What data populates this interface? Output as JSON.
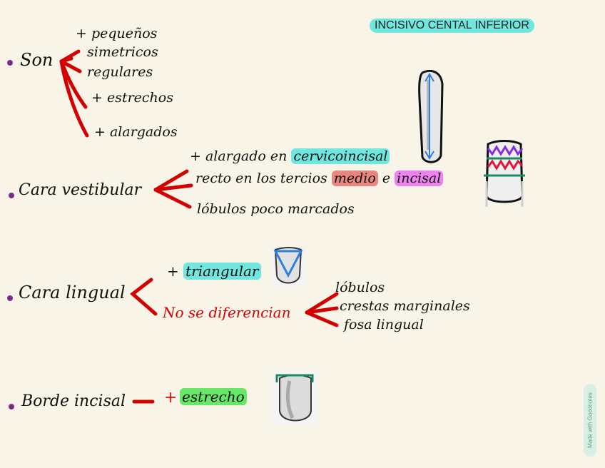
{
  "title": "INCISIVO CENTAL INFERIOR",
  "sections": {
    "son": {
      "label": "Son",
      "items": [
        "+ pequeños",
        "simetricos",
        "regulares",
        "+ estrechos",
        "+ alargados"
      ]
    },
    "cara_vestibular": {
      "label": "Cara vestibular",
      "line1_prefix": "+ alargado en",
      "line1_highlight": "cervicoincisal",
      "line2_prefix": "recto en los tercios",
      "line2_highlight_a": "medio",
      "line2_conj": "e",
      "line2_highlight_b": "incisal",
      "line3": "lóbulos poco marcados"
    },
    "cara_lingual": {
      "label": "Cara lingual",
      "line1_prefix": "+",
      "line1_highlight": "triangular",
      "line2": "No se diferencian",
      "right_items": [
        "lóbulos",
        "crestas marginales",
        "fosa lingual"
      ]
    },
    "borde_incisal": {
      "label": "Borde incisal",
      "plus": "+",
      "highlight": "estrecho"
    }
  },
  "watermark": "Made with Goodnotes"
}
